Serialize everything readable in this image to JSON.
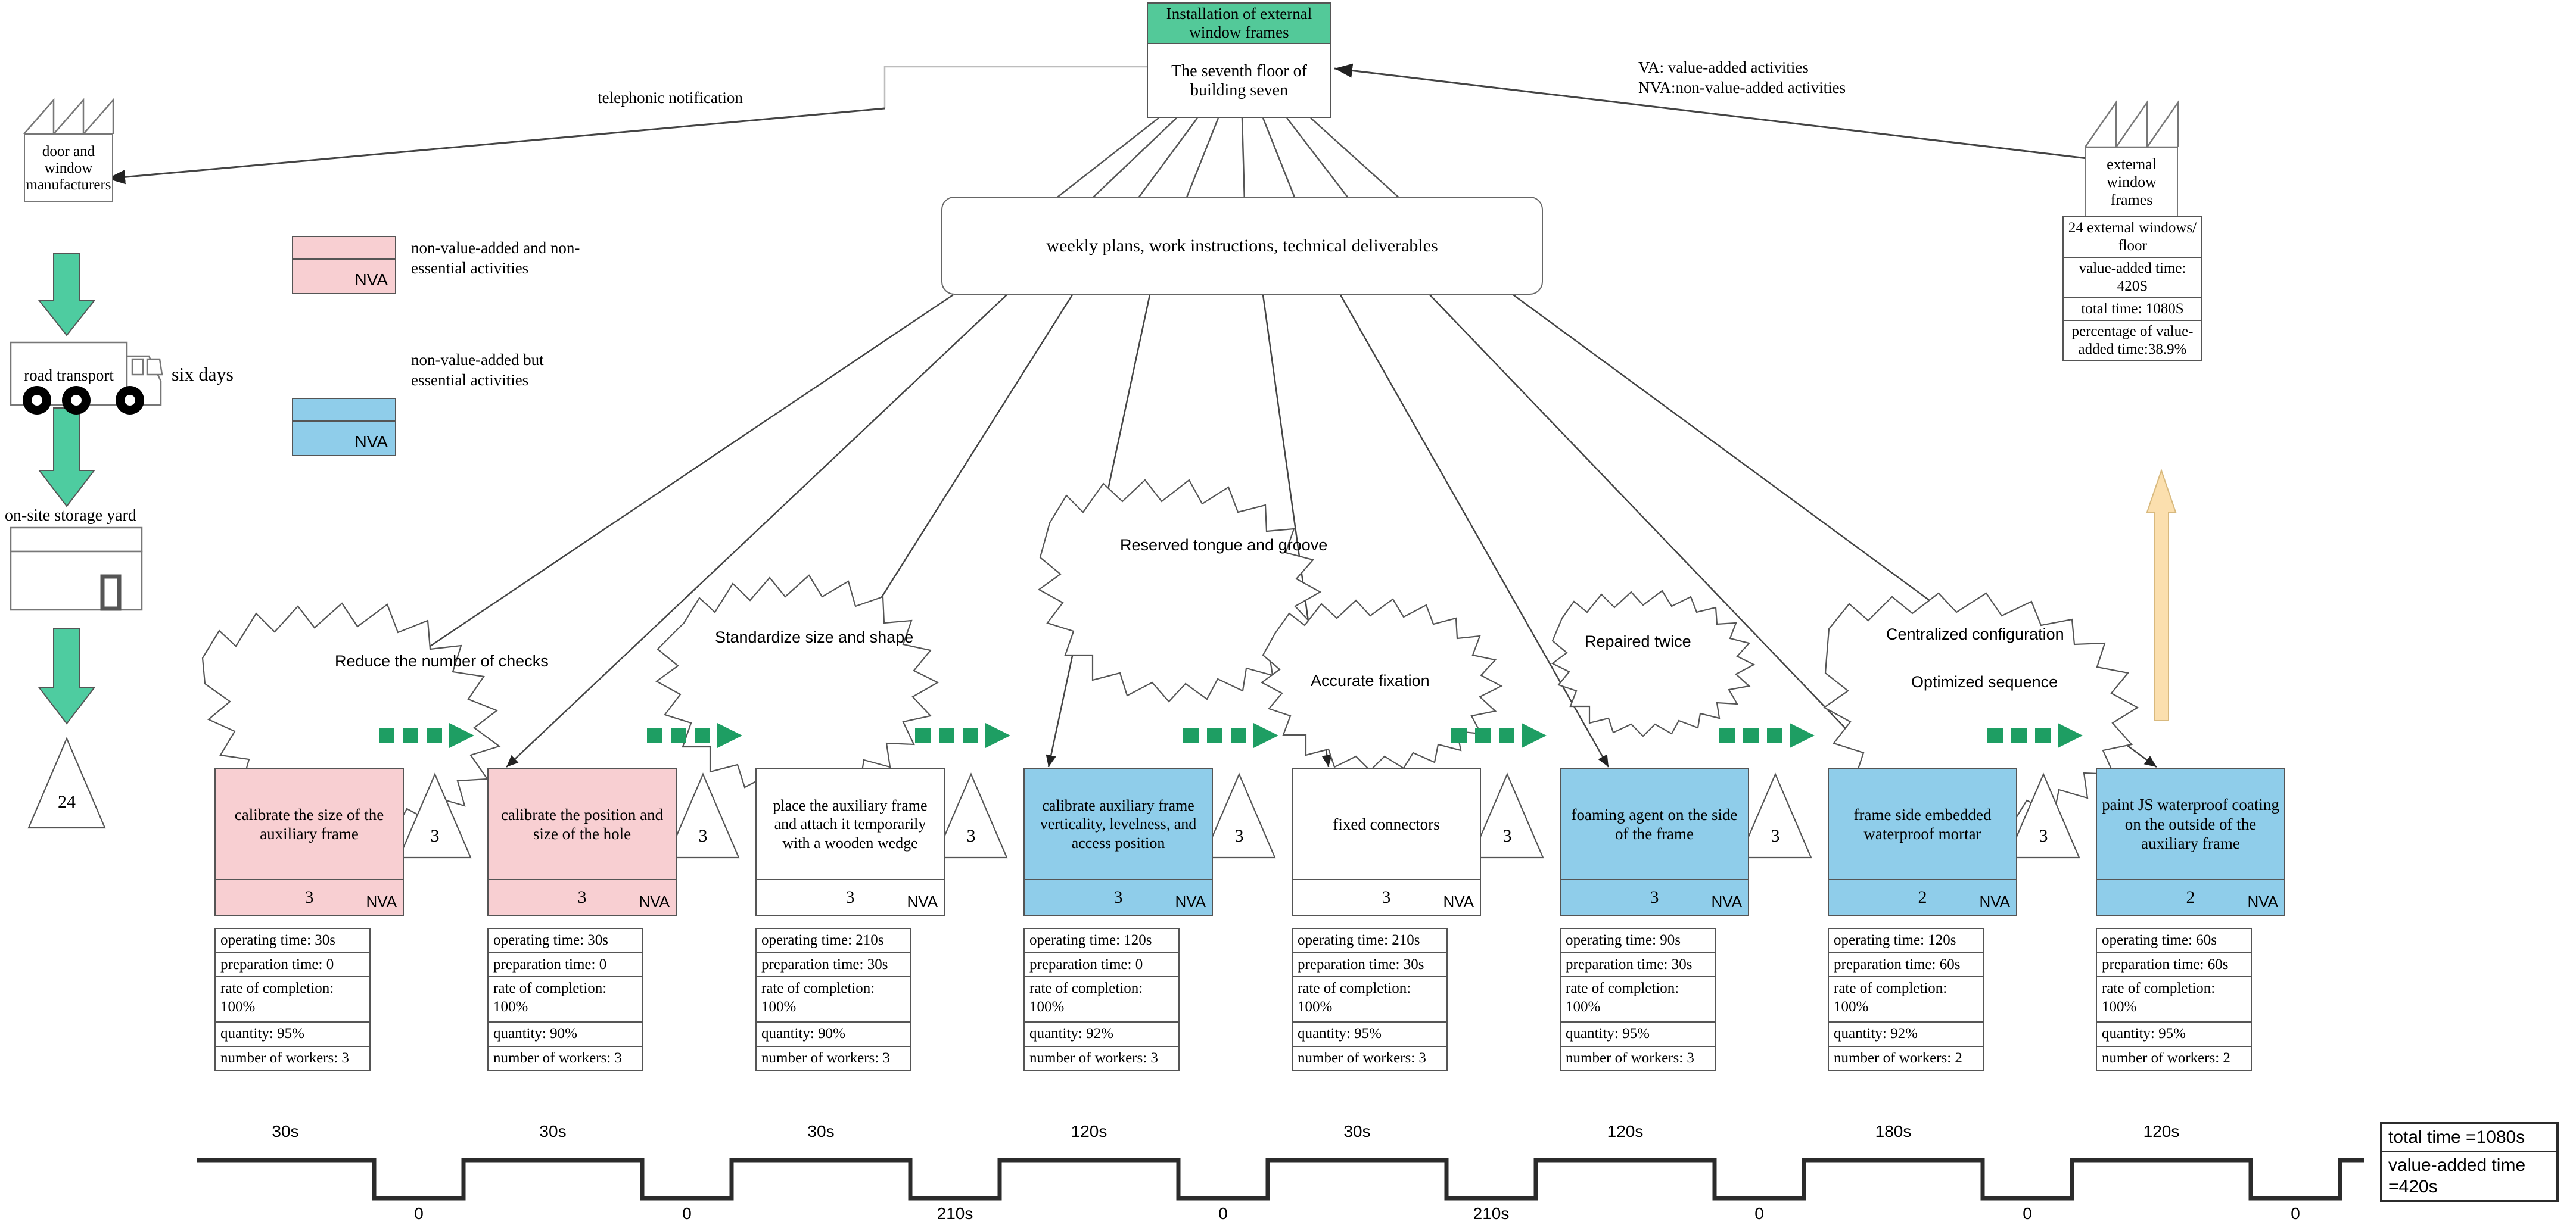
{
  "title_box": {
    "header": "Installation of external window frames",
    "body": "The seventh floor of building seven"
  },
  "legend_va": {
    "line1": "VA: value-added activities",
    "line2": "NVA:non-value-added activities"
  },
  "supplier": {
    "name": "door and window manufacturers",
    "flow_label": "telephonic notification"
  },
  "customer": {
    "name": "external window frames",
    "metrics": [
      "24 external windows/ floor",
      "value-added time: 420S",
      "total time: 1080S",
      "percentage of value-added time:38.9%"
    ]
  },
  "transport": {
    "label": "road transport",
    "duration": "six days"
  },
  "storage": {
    "label": "on-site storage yard",
    "inventory": "24"
  },
  "production_control": {
    "label": "weekly plans, work instructions, technical deliverables"
  },
  "legend_swatches": [
    {
      "code": "NVA",
      "color": "#f8cfd2",
      "description": "non-value-added and non-essential activities"
    },
    {
      "code": "NVA",
      "color": "#8fcdea",
      "description": "non-value-added but essential activities"
    }
  ],
  "kaizen_bursts": [
    {
      "text": "Reduce the number of checks"
    },
    {
      "text": "Standardize size and shape"
    },
    {
      "text": "Reserved tongue and groove"
    },
    {
      "text": "Accurate fixation"
    },
    {
      "text": "Repaired twice"
    },
    {
      "text": "Centralized configuration"
    },
    {
      "text": "Optimized sequence"
    }
  ],
  "processes": [
    {
      "title": "calibrate the size of the auxiliary frame",
      "workers": "3",
      "tag": "NVA",
      "color": "pink",
      "inventory_before": "",
      "inventory_after": "3",
      "metrics": [
        "operating time: 30s",
        "preparation time: 0",
        "rate of completion: 100%",
        "quantity: 95%",
        "number of workers: 3"
      ]
    },
    {
      "title": "calibrate the position and size of the hole",
      "workers": "3",
      "tag": "NVA",
      "color": "pink",
      "inventory_after": "3",
      "metrics": [
        "operating time: 30s",
        "preparation time: 0",
        "rate of completion: 100%",
        "quantity: 90%",
        "number of workers: 3"
      ]
    },
    {
      "title": "place the auxiliary frame and attach it temporarily with a wooden wedge",
      "workers": "3",
      "tag": "NVA",
      "color": "white",
      "inventory_after": "3",
      "metrics": [
        "operating time: 210s",
        "preparation time: 30s",
        "rate of completion: 100%",
        "quantity: 90%",
        "number of workers: 3"
      ]
    },
    {
      "title": "calibrate auxiliary frame verticality, levelness, and access position",
      "workers": "3",
      "tag": "NVA",
      "color": "blue",
      "inventory_after": "3",
      "metrics": [
        "operating time: 120s",
        "preparation time: 0",
        "rate of completion: 100%",
        "quantity: 92%",
        "number of workers: 3"
      ]
    },
    {
      "title": "fixed connectors",
      "workers": "3",
      "tag": "NVA",
      "color": "white",
      "inventory_after": "3",
      "metrics": [
        "operating time: 210s",
        "preparation time: 30s",
        "rate of completion: 100%",
        "quantity: 95%",
        "number of workers: 3"
      ]
    },
    {
      "title": "foaming agent on the side of the frame",
      "workers": "3",
      "tag": "NVA",
      "color": "blue",
      "inventory_after": "3",
      "metrics": [
        "operating time: 90s",
        "preparation time: 30s",
        "rate of completion: 100%",
        "quantity: 95%",
        "number of workers: 3"
      ]
    },
    {
      "title": "frame side embedded waterproof mortar",
      "workers": "2",
      "tag": "NVA",
      "color": "blue",
      "inventory_after": "3",
      "metrics": [
        "operating time: 120s",
        "preparation time: 60s",
        "rate of completion: 100%",
        "quantity: 92%",
        "number of workers: 2"
      ]
    },
    {
      "title": "paint JS waterproof coating on the outside of the auxiliary frame",
      "workers": "2",
      "tag": "NVA",
      "color": "blue",
      "inventory_after": "",
      "metrics": [
        "operating time: 60s",
        "preparation time: 60s",
        "rate of completion: 100%",
        "quantity: 95%",
        "number of workers: 2"
      ]
    }
  ],
  "timeline": {
    "up_values": [
      "30s",
      "30s",
      "30s",
      "120s",
      "30s",
      "120s",
      "180s",
      "120s"
    ],
    "down_values": [
      "0",
      "0",
      "210s",
      "0",
      "210s",
      "0",
      "0",
      "0"
    ],
    "summary": {
      "total": "total time =1080s",
      "value_added": "value-added time =420s"
    }
  },
  "colors": {
    "green_arrow": "#4ECCA0",
    "pink": "#f8cfd2",
    "blue": "#8fcdea",
    "header_green": "#53C999",
    "orange_arrow": "#FBDFAE"
  }
}
